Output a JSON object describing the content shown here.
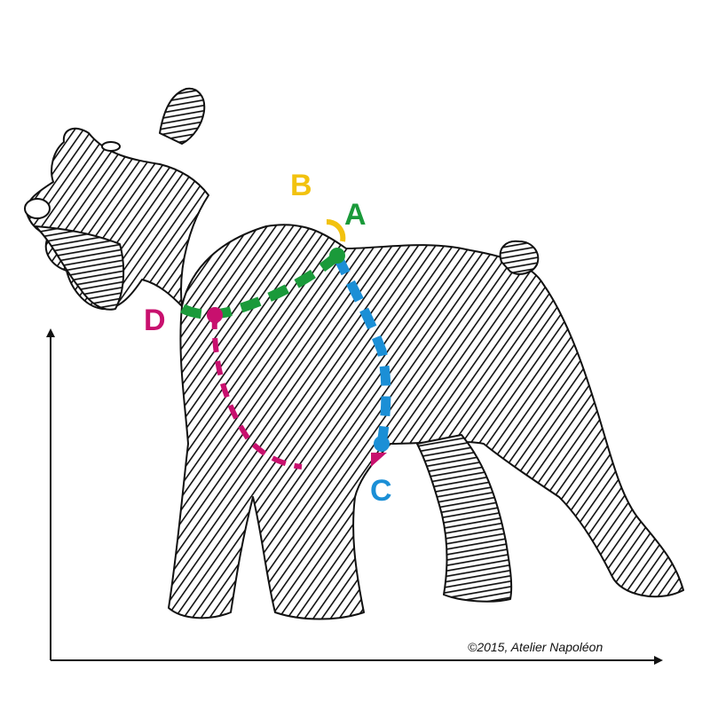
{
  "points": [
    {
      "id": "A",
      "label": "A",
      "color": "#1a9a3a",
      "name": "neck-base-point"
    },
    {
      "id": "B",
      "label": "B",
      "color": "#f2c20f",
      "name": "withers-point"
    },
    {
      "id": "C",
      "label": "C",
      "color": "#1b8fd6",
      "name": "elbow-point"
    },
    {
      "id": "D",
      "label": "D",
      "color": "#c8106e",
      "name": "forechest-point"
    }
  ],
  "measurements": [
    {
      "from": "A",
      "to": "D",
      "color": "#1a9a3a",
      "style": "dashed",
      "meaning": "neck"
    },
    {
      "from": "A",
      "to": "C",
      "color": "#1b8fd6",
      "style": "dashed",
      "meaning": "shoulder-to-elbow"
    },
    {
      "from": "D",
      "to": "C",
      "color": "#c8106e",
      "style": "dashed",
      "meaning": "chest"
    }
  ],
  "subject": "giant-schnauzer-illustration",
  "copyright": "©2015, Atelier Napoléon",
  "colors": {
    "ink": "#111111",
    "green": "#1a9a3a",
    "blue": "#1b8fd6",
    "magenta": "#c8106e",
    "yellow": "#f2c20f"
  }
}
